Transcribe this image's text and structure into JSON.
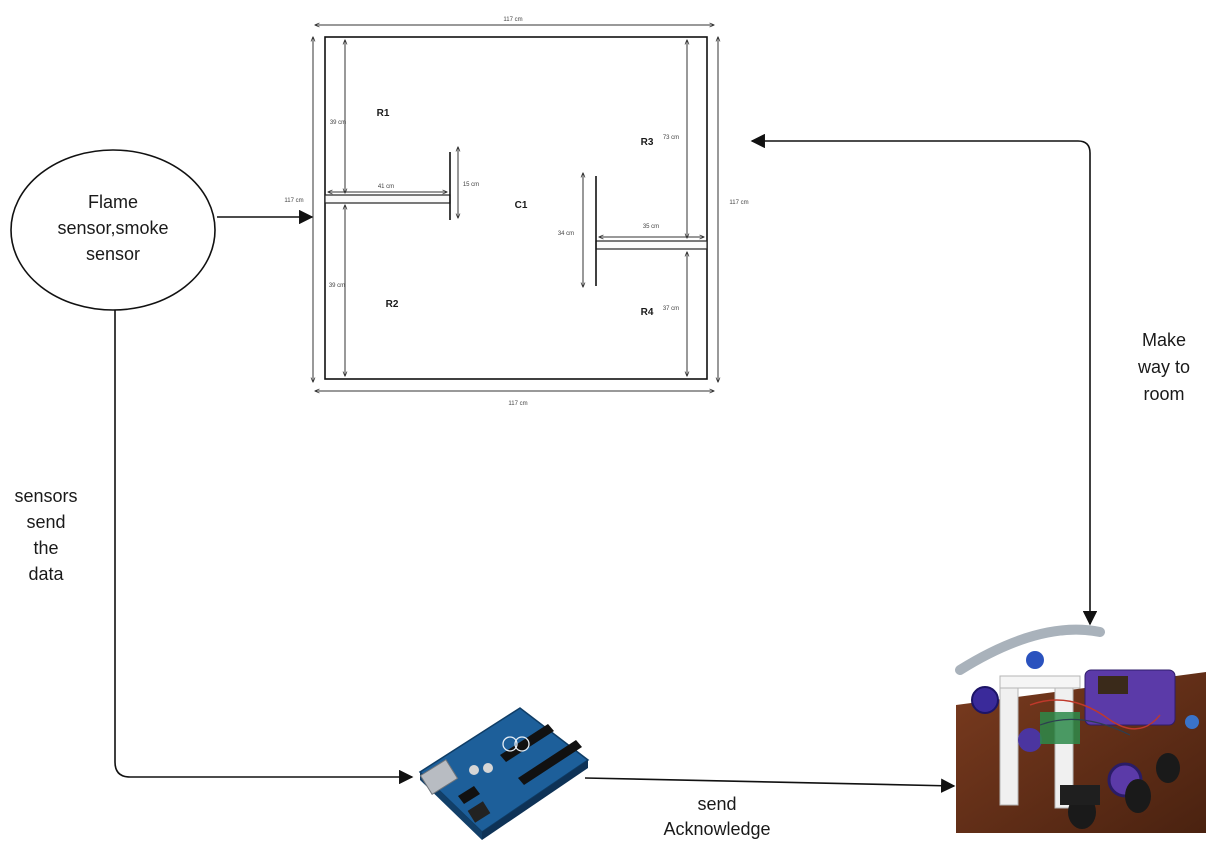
{
  "sensor_node": {
    "line1": "Flame",
    "line2": "sensor,smoke",
    "line3": "sensor"
  },
  "floor_plan": {
    "rooms": {
      "r1": "R1",
      "r2": "R2",
      "r3": "R3",
      "r4": "R4",
      "c1": "C1"
    },
    "dimensions": {
      "top": "117 cm",
      "bottom": "117 cm",
      "left": "117 cm",
      "right": "117 cm",
      "r1_height": "39 cm",
      "r2_height": "39 cm",
      "r3_height": "73 cm",
      "r4_height": "37 cm",
      "left_wall_width": "41 cm",
      "left_door": "15 cm",
      "right_wall_width": "35 cm",
      "right_door": "34 cm"
    }
  },
  "edges": {
    "sensors_send": [
      "sensors",
      "send",
      "the",
      "data"
    ],
    "make_way": [
      "Make",
      "way to",
      "room"
    ],
    "send_ack": [
      "send",
      "Acknowledge"
    ]
  }
}
